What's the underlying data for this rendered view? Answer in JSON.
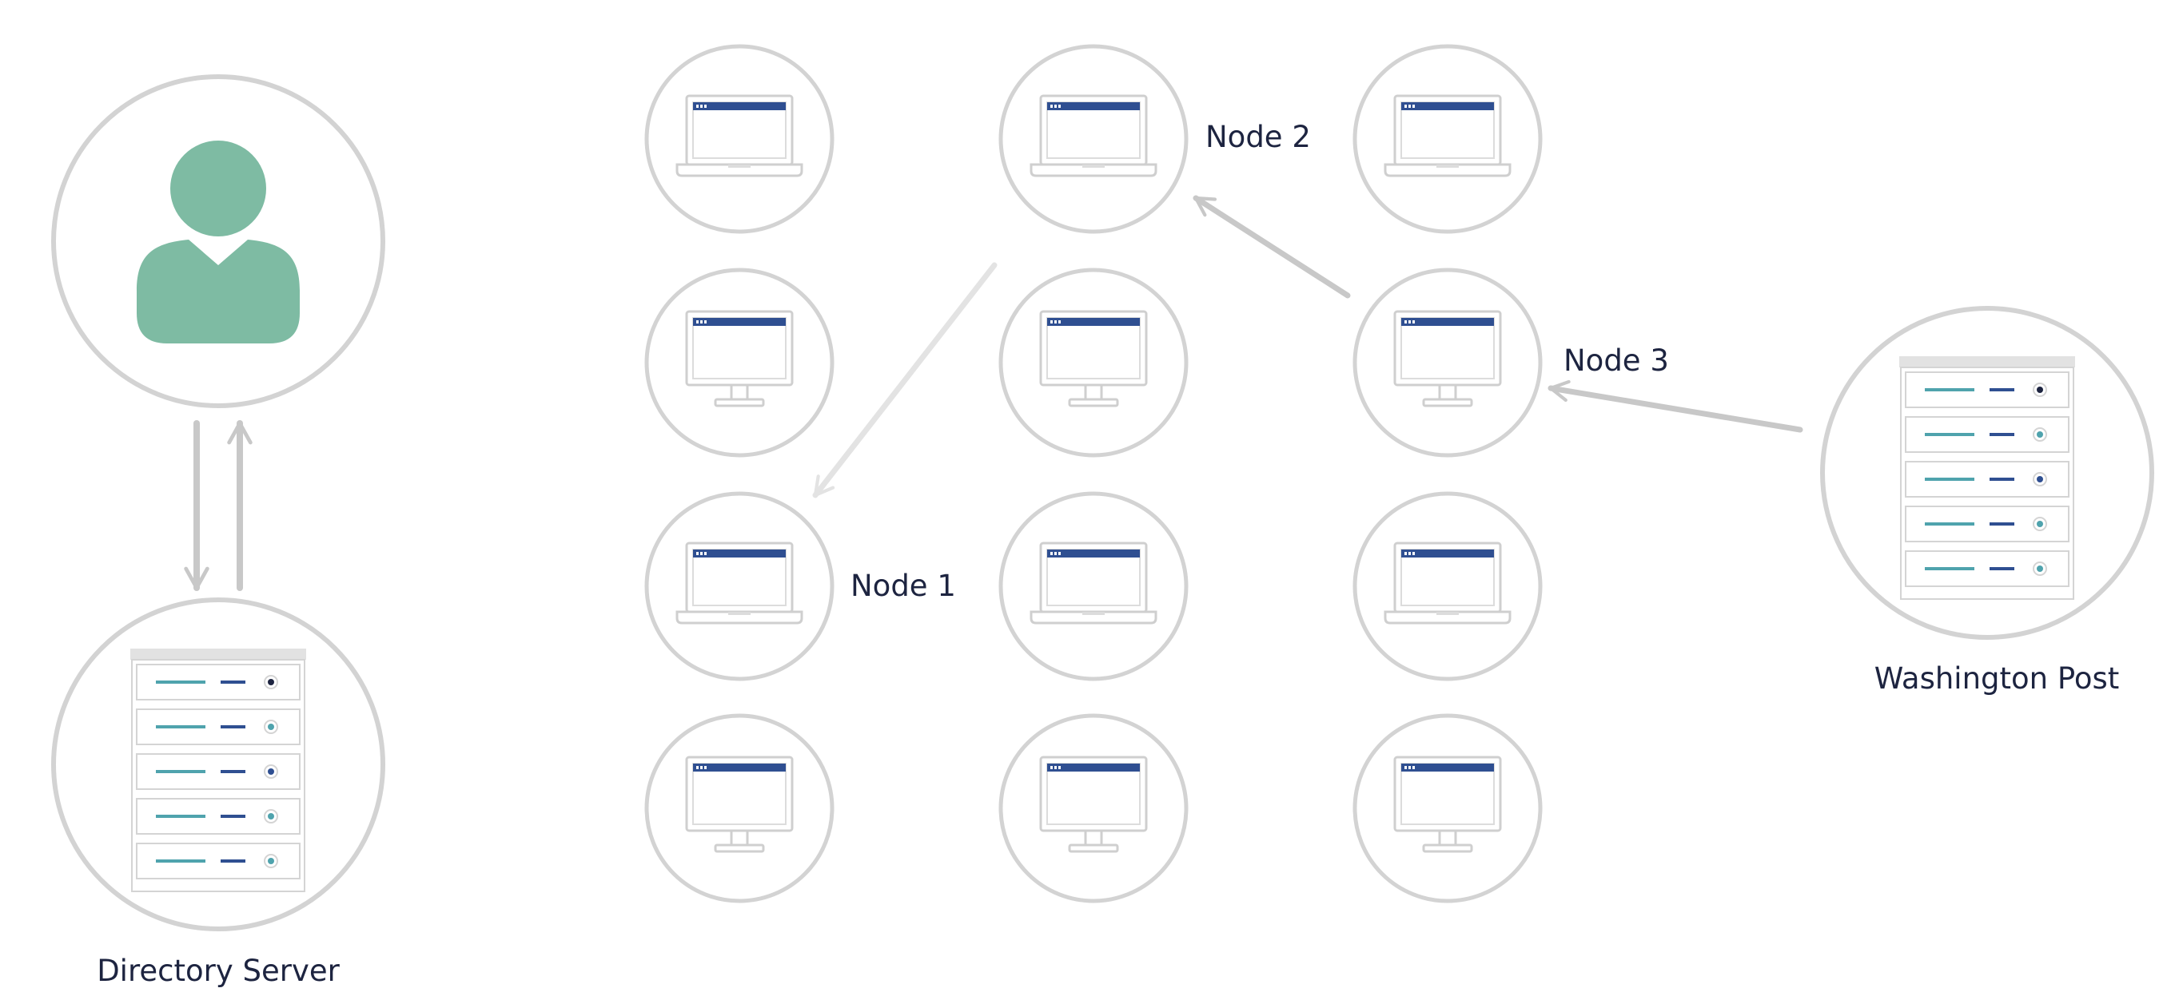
{
  "diagram": {
    "title": "",
    "labels": {
      "directory_server": "Directory Server",
      "washington_post": "Washington Post",
      "node1": "Node 1",
      "node2": "Node 2",
      "node3": "Node 3"
    },
    "nodes_grid": [
      [
        "laptop",
        "laptop",
        "laptop"
      ],
      [
        "desktop",
        "desktop",
        "desktop"
      ],
      [
        "laptop",
        "laptop",
        "laptop"
      ],
      [
        "desktop",
        "desktop",
        "desktop"
      ]
    ],
    "icons": {
      "user": "user-icon",
      "server": "server-rack-icon",
      "laptop": "laptop-icon",
      "desktop": "desktop-monitor-icon"
    },
    "colors": {
      "circle_stroke": "#d3d3d3",
      "user_fill": "#7ebba3",
      "window_bar": "#2f4f91",
      "device_stroke": "#cfcfcf",
      "arrow": "#c8c8c8",
      "arrow_faded": "#e3e3e3",
      "server_teal": "#4fa3ad",
      "server_navy": "#2f4f91",
      "label_text": "#1d2440"
    }
  }
}
